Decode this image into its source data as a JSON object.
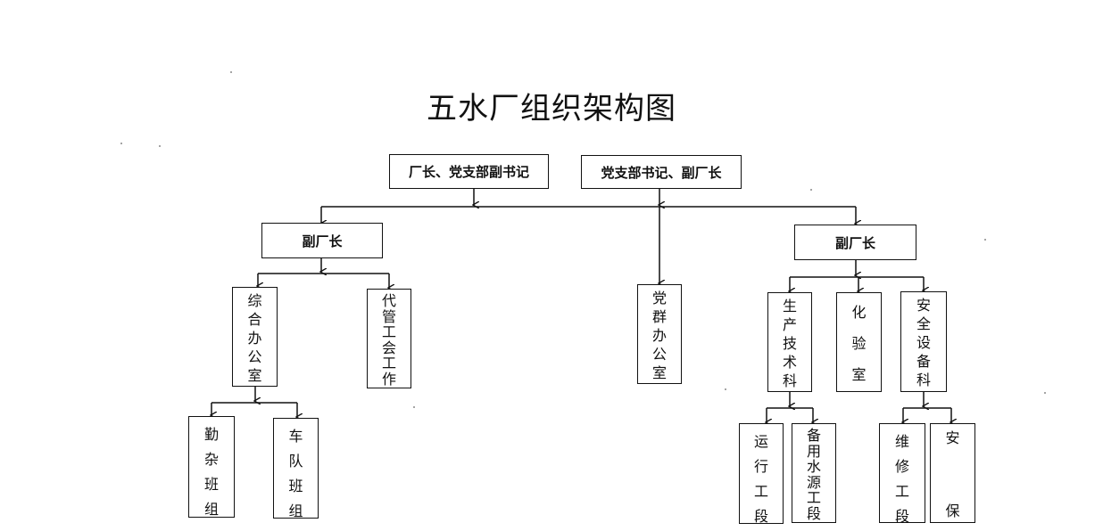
{
  "title": "五水厂组织架构图",
  "top_boxes": {
    "director": "厂长、党支部副书记",
    "secretary": "党支部书记、副厂长"
  },
  "deputy_left": "副厂长",
  "deputy_right": "副厂长",
  "departments": {
    "general_office": [
      "综",
      "合",
      "办",
      "公",
      "室"
    ],
    "union_work": [
      "代",
      "管",
      "工",
      "会",
      "工",
      "作"
    ],
    "party_office": [
      "党",
      "群",
      "办",
      "公",
      "室"
    ],
    "production_tech": [
      "生",
      "产",
      "技",
      "术",
      "科"
    ],
    "laboratory": [
      "化",
      "验",
      "室"
    ],
    "safety_equipment": [
      "安",
      "全",
      "设",
      "备",
      "科"
    ]
  },
  "teams": {
    "logistics_team": [
      "勤",
      "杂",
      "班",
      "组"
    ],
    "vehicle_team": [
      "车",
      "队",
      "班",
      "组"
    ],
    "operation_section": [
      "运",
      "行",
      "工",
      "段"
    ],
    "backup_water_section": [
      "备",
      "用",
      "水",
      "源",
      "工",
      "段"
    ],
    "maintenance_section": [
      "维",
      "修",
      "工",
      "段"
    ],
    "security": [
      "安",
      "保"
    ]
  }
}
